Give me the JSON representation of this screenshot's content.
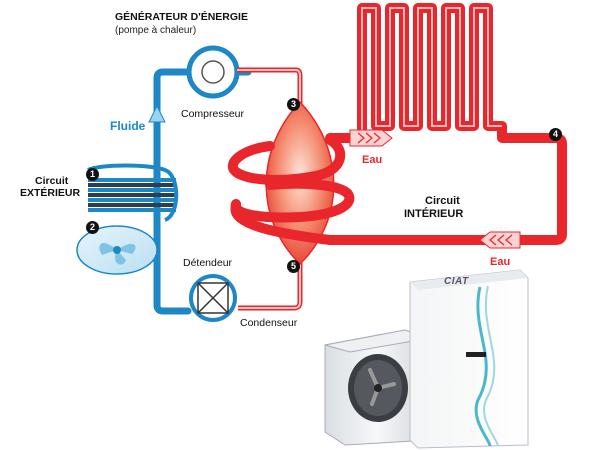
{
  "diagram": {
    "title": "GÉNÉRATEUR D'ÉNERGIE",
    "subtitle": "(pompe à chaleur)",
    "labels": {
      "fluide": "Fluide",
      "compresseur": "Compresseur",
      "circuit_exterieur_1": "Circuit",
      "circuit_exterieur_2": "EXTÉRIEUR",
      "eau_out": "Eau",
      "circuit_interieur_1": "Circuit",
      "circuit_interieur_2": "INTÉRIEUR",
      "eau_in": "Eau",
      "detendeur": "Détendeur",
      "condenseur": "Condenseur"
    },
    "steps": [
      "1",
      "2",
      "3",
      "4",
      "5"
    ],
    "product_brand": "CIAT",
    "colors": {
      "cold_fluid": "#1e88c7",
      "hot_water": "#e8262b",
      "warm_fluid": "#f2a0a0"
    },
    "icons": [
      "compressor-icon",
      "fan-icon",
      "expansion-valve-icon",
      "heat-exchanger-coil-icon",
      "radiator-icon"
    ]
  }
}
